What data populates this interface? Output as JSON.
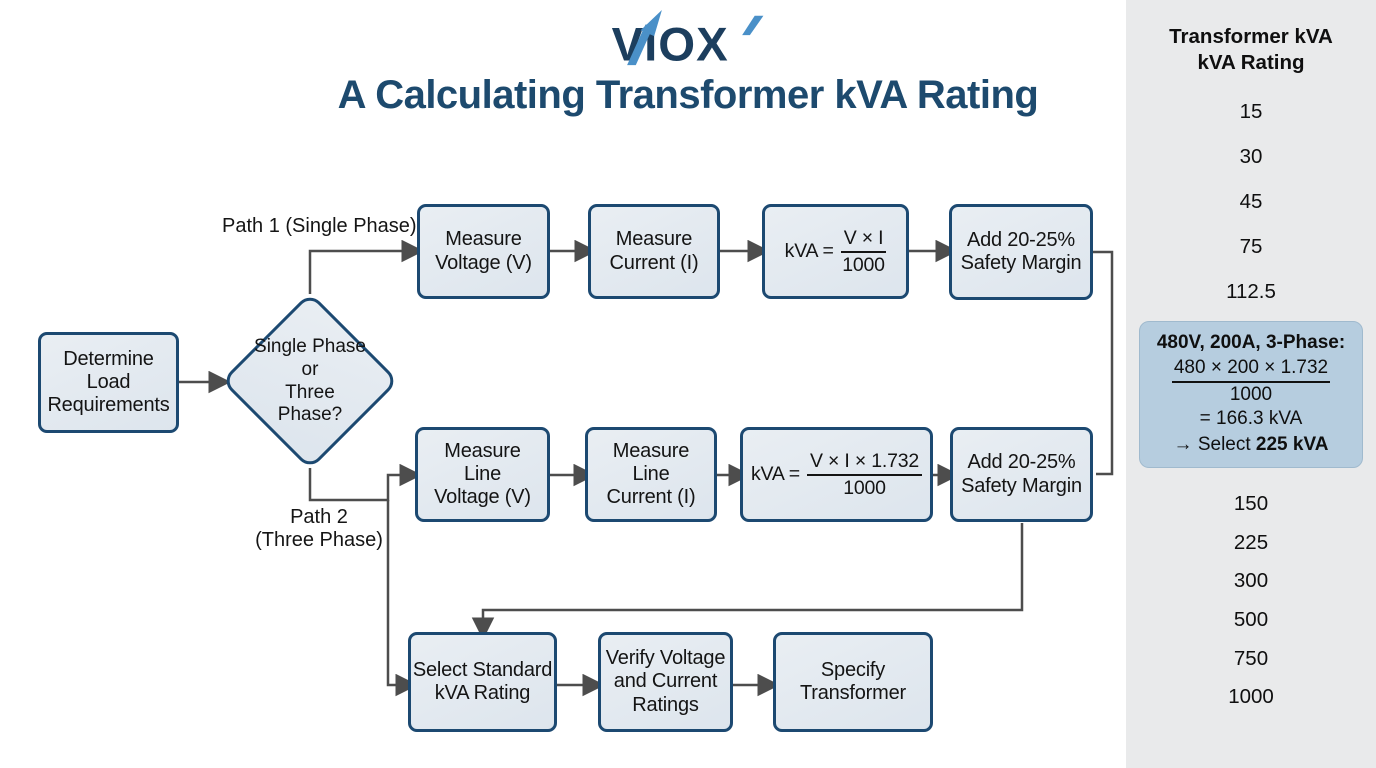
{
  "header": {
    "logo_text": "VIOX",
    "title": "A Calculating Transformer kVA Rating"
  },
  "flow": {
    "start": "Determine\nLoad\nRequirements",
    "decision": "Single Phase\nor\nThree\nPhase?",
    "path1_label": "Path 1 (Single Phase)",
    "path2_label": "Path 2\n(Three Phase)",
    "measure_voltage": "Measure\nVoltage (V)",
    "measure_current": "Measure\nCurrent (I)",
    "formula1": {
      "prefix": "kVA =",
      "num": "V × I",
      "den": "1000"
    },
    "safety1": "Add 20-25%\nSafety Margin",
    "measure_line_voltage": "Measure\nLine\nVoltage (V)",
    "measure_line_current": "Measure\nLine\nCurrent (I)",
    "formula2": {
      "prefix": "kVA =",
      "num": "V × I × 1.732",
      "den": "1000"
    },
    "safety2": "Add 20-25%\nSafety Margin",
    "select_standard": "Select Standard\nkVA Rating",
    "verify": "Verify Voltage\nand Current\nRatings",
    "specify": "Specify\nTransformer"
  },
  "sidebar": {
    "title": "Transformer kVA\nkVA Rating",
    "values_top": [
      "15",
      "30",
      "45",
      "75",
      "112.5"
    ],
    "example": {
      "heading": "480V, 200A, 3-Phase:",
      "numerator": "480 × 200 × 1.732",
      "denominator": "1000",
      "result": "= 166.3 kVA",
      "select_prefix": "→ Select ",
      "select_value": "225 kVA"
    },
    "values_bottom": [
      "150",
      "225",
      "300",
      "500",
      "750",
      "1000"
    ]
  },
  "colors": {
    "node_border": "#1c4971",
    "node_fill": "#e2e9ef",
    "line": "#4d4d4d",
    "title": "#1d4a6e",
    "logo_navy": "#1c3e5e",
    "logo_blue": "#4a90c8",
    "sidebar_bg": "#e9eaeb",
    "example_bg": "#b6cddf"
  }
}
